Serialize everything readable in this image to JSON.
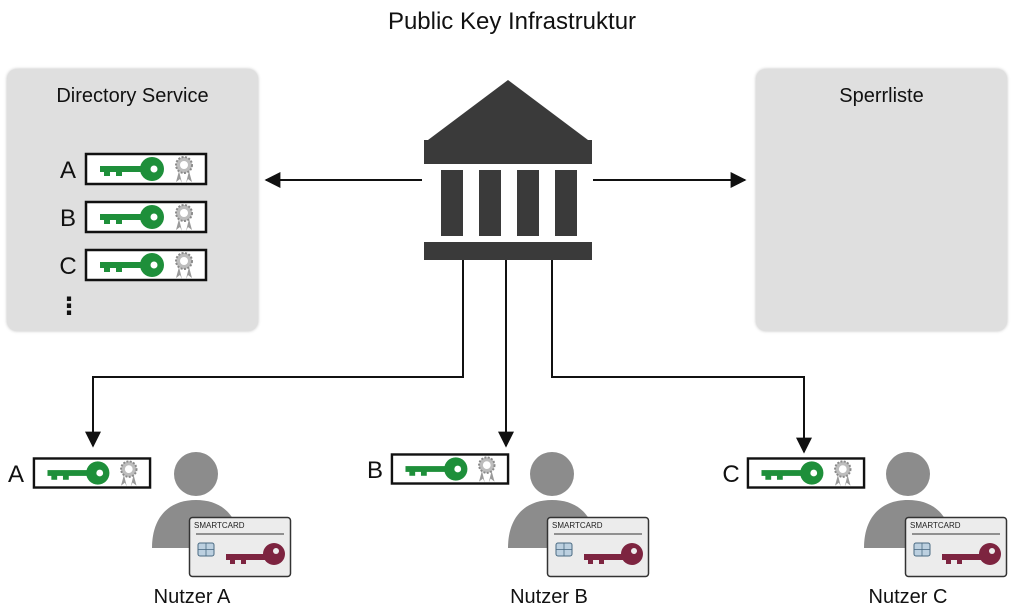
{
  "title": "Public Key Infrastruktur",
  "directory": {
    "title": "Directory Service",
    "entries": [
      {
        "letter": "A"
      },
      {
        "letter": "B"
      },
      {
        "letter": "C"
      }
    ],
    "more": "⋮"
  },
  "revocation": {
    "title": "Sperrliste"
  },
  "authority": {
    "icon": "bank-building-icon"
  },
  "users": [
    {
      "letter": "A",
      "name": "Nutzer A",
      "smartcard": "SMARTCARD"
    },
    {
      "letter": "B",
      "name": "Nutzer B",
      "smartcard": "SMARTCARD"
    },
    {
      "letter": "C",
      "name": "Nutzer C",
      "smartcard": "SMARTCARD"
    }
  ],
  "colors": {
    "panel": "#dfdfdf",
    "building": "#3a3a3a",
    "public_key": "#1e8f3a",
    "private_key": "#7d2440",
    "person": "#8c8c8c",
    "seal": "#9a9a9a"
  }
}
